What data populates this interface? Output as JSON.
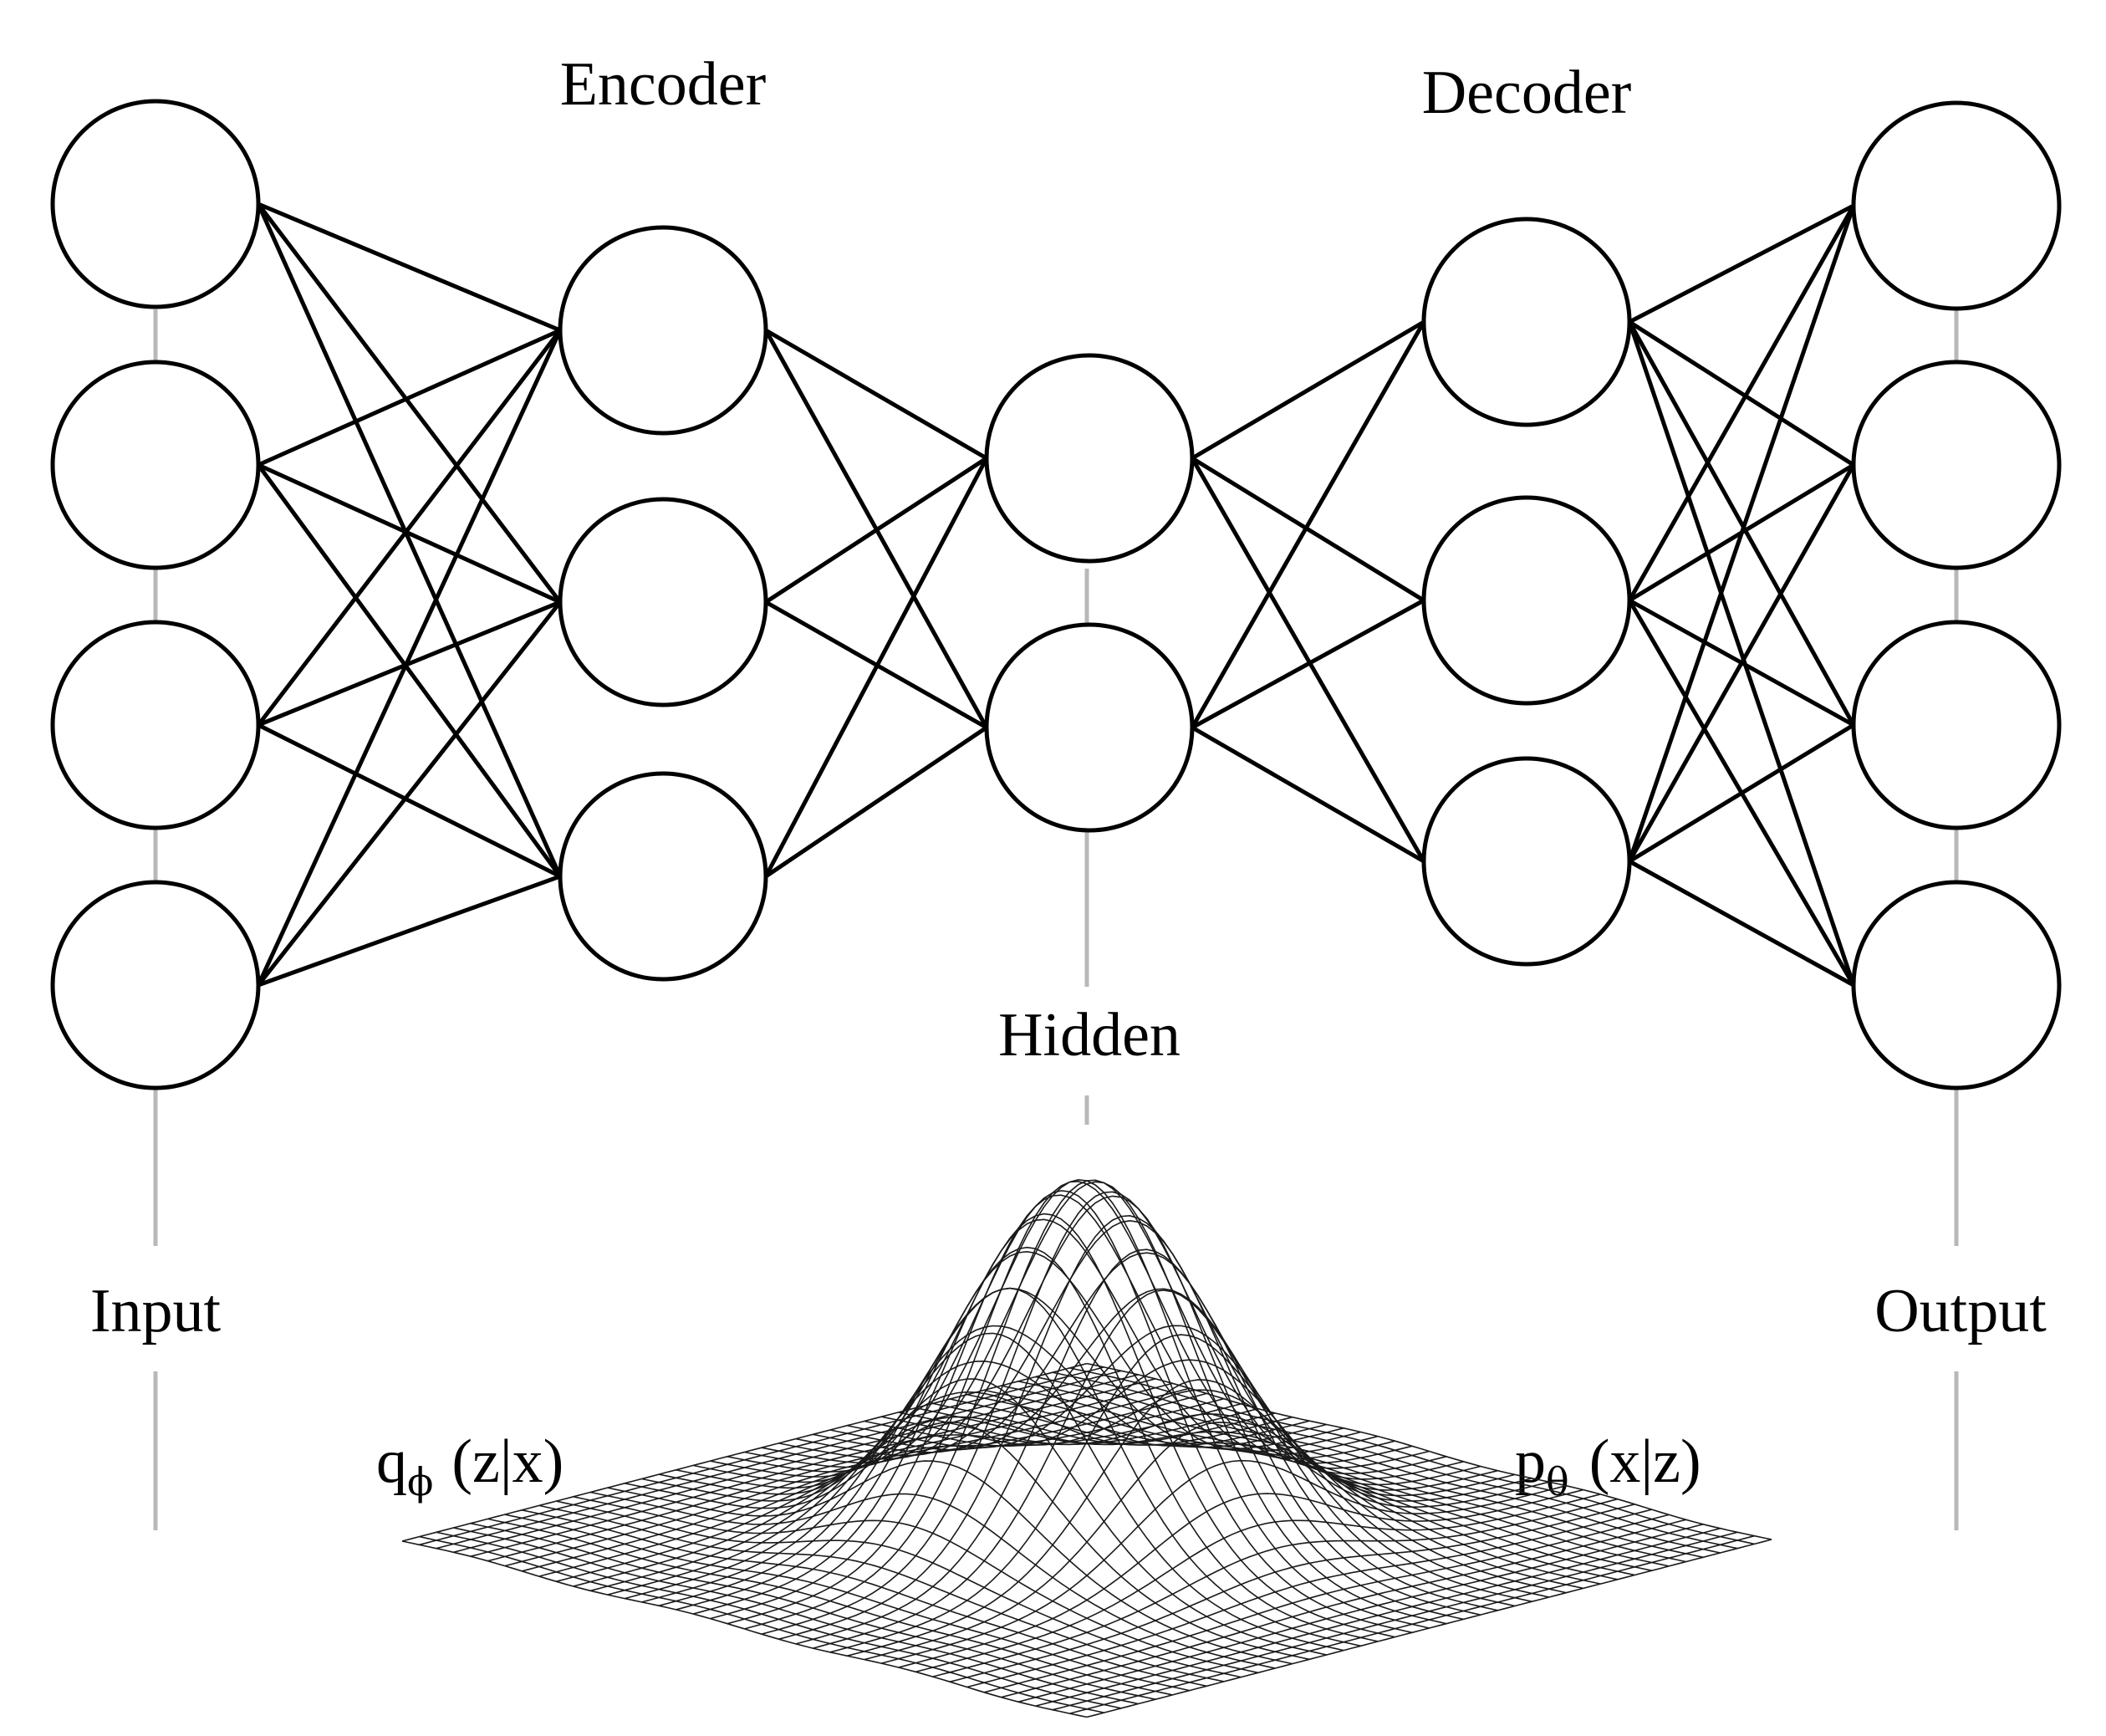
{
  "diagram": {
    "layers": [
      {
        "name": "input",
        "nodes": 4
      },
      {
        "name": "encoder-hidden",
        "nodes": 3
      },
      {
        "name": "latent",
        "nodes": 2
      },
      {
        "name": "decoder-hidden",
        "nodes": 3
      },
      {
        "name": "output",
        "nodes": 4
      }
    ],
    "labels": {
      "encoder": "Encoder",
      "decoder": "Decoder",
      "hidden": "Hidden",
      "input": "Input",
      "output": "Output",
      "encoder_dist": {
        "base": "q",
        "sub": "ϕ",
        "rest": "(z|x)"
      },
      "decoder_dist": {
        "base": "p",
        "sub": "θ",
        "rest": "(x|z)"
      }
    },
    "surface": {
      "shape": "gaussian-bell",
      "style": "wireframe"
    }
  }
}
